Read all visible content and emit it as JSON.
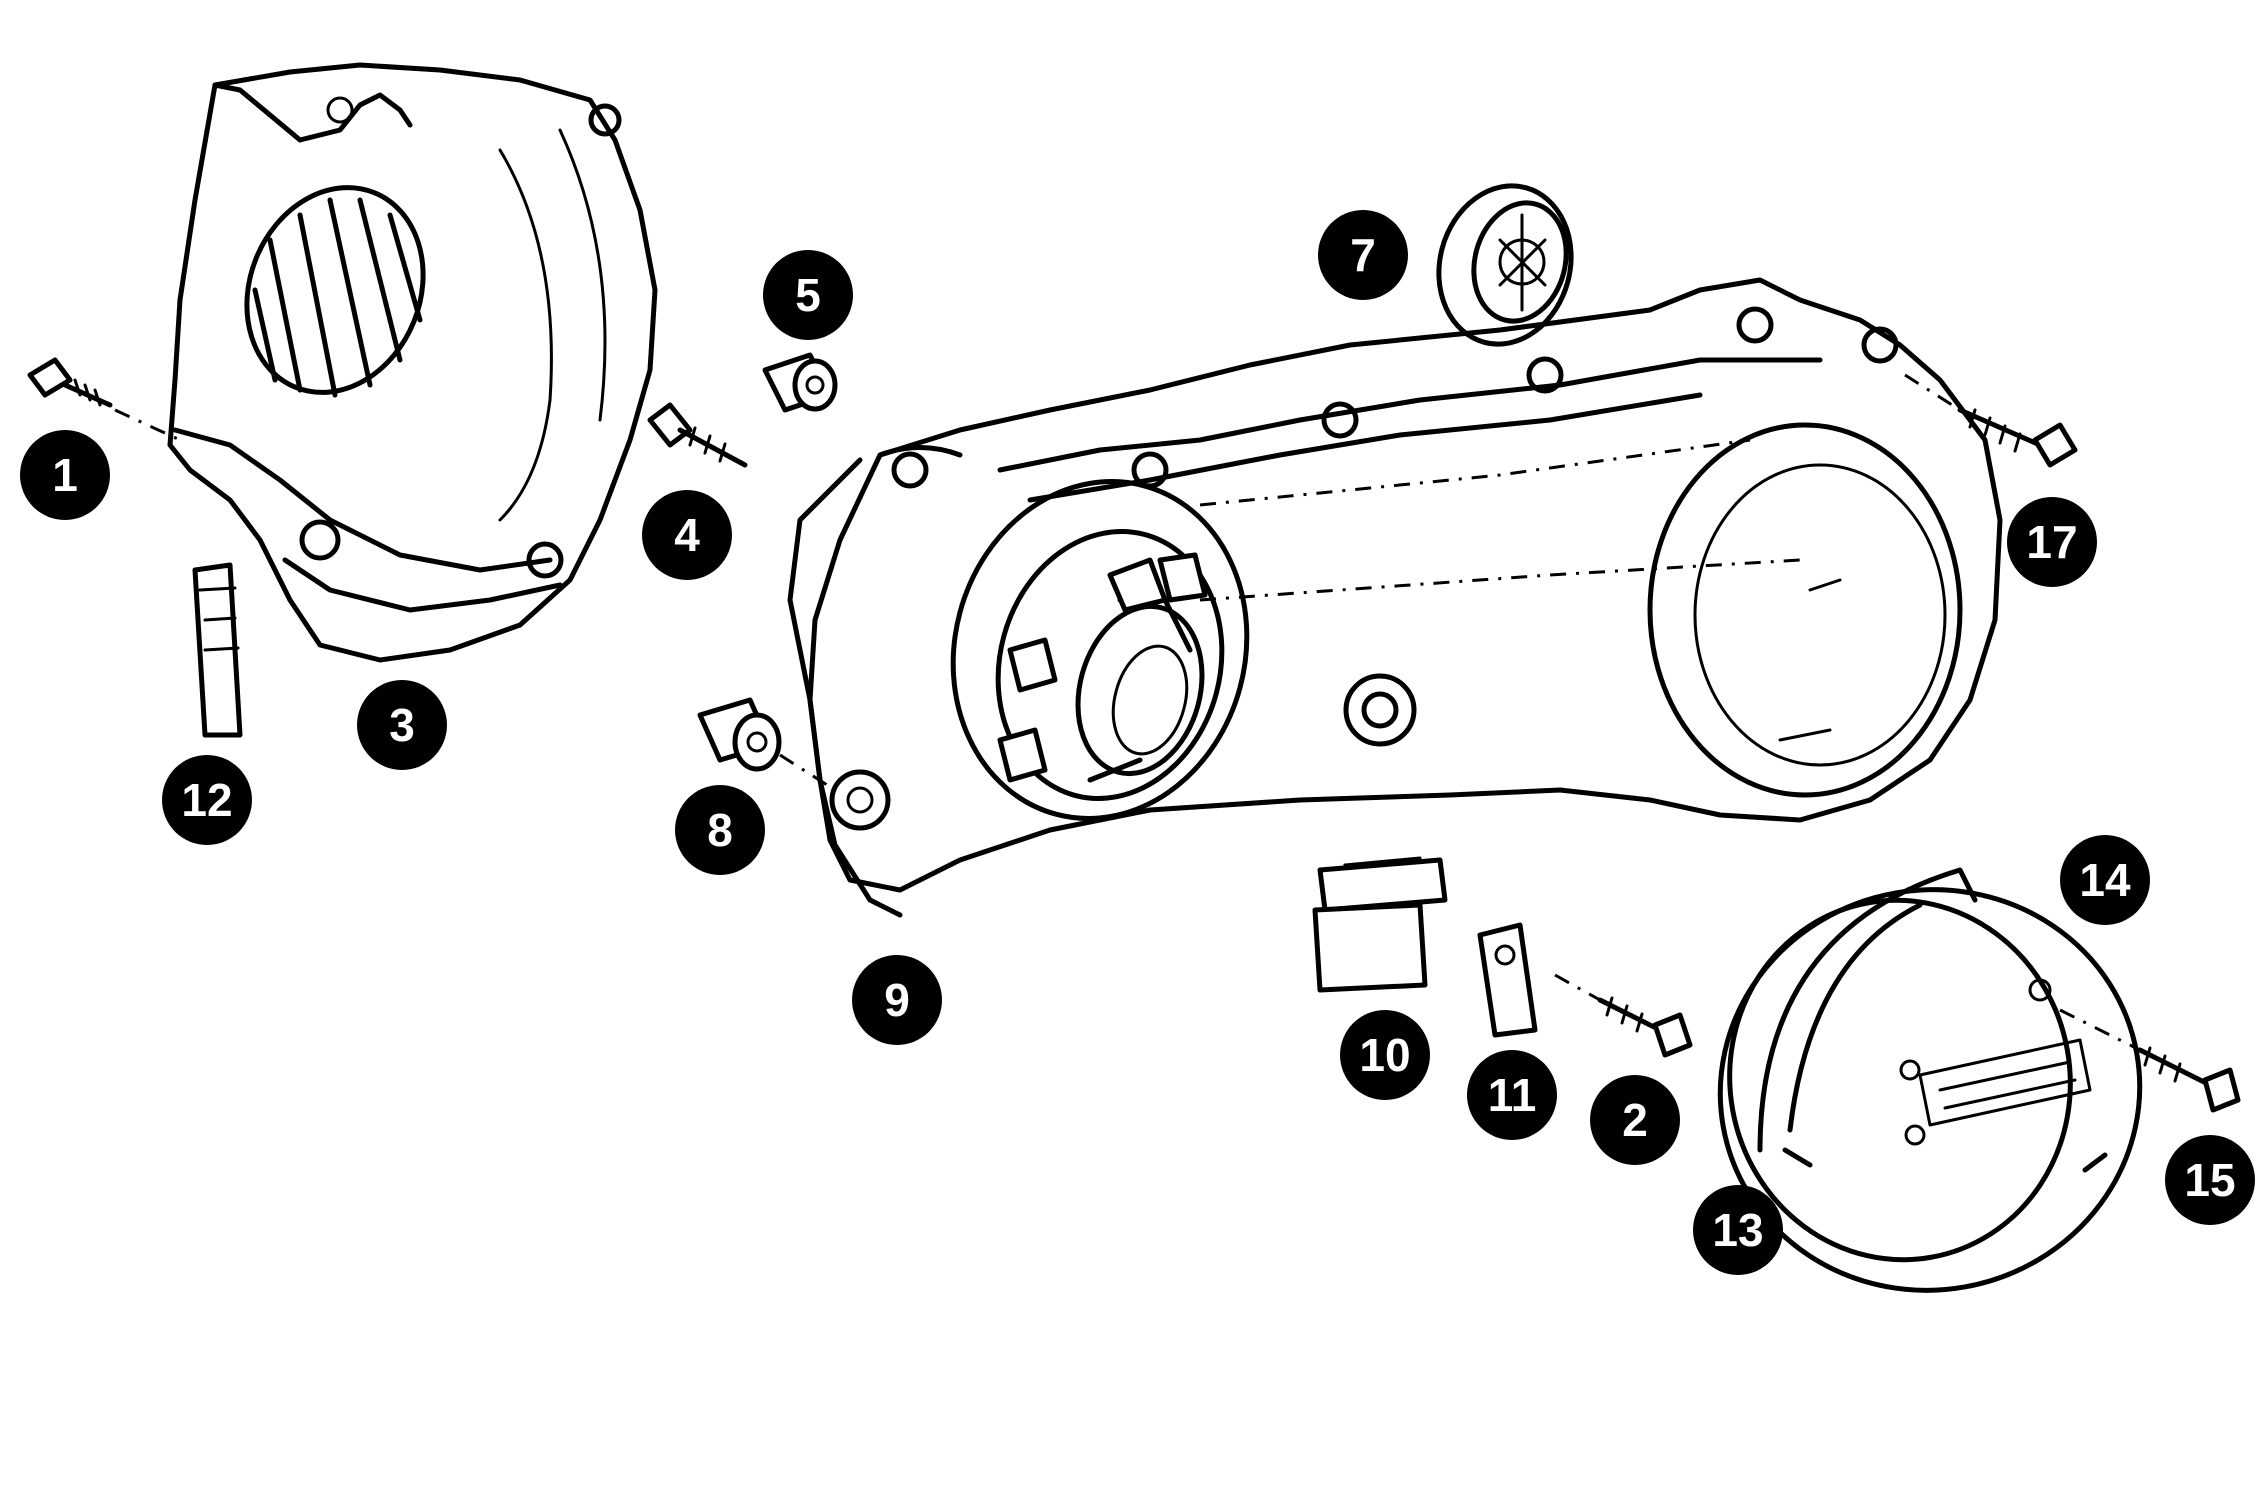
{
  "diagram": {
    "type": "exploded-parts-diagram",
    "callouts": [
      {
        "id": "c1",
        "label": "1"
      },
      {
        "id": "c2",
        "label": "2"
      },
      {
        "id": "c3",
        "label": "3"
      },
      {
        "id": "c4",
        "label": "4"
      },
      {
        "id": "c5",
        "label": "5"
      },
      {
        "id": "c7",
        "label": "7"
      },
      {
        "id": "c8",
        "label": "8"
      },
      {
        "id": "c9",
        "label": "9"
      },
      {
        "id": "c10",
        "label": "10"
      },
      {
        "id": "c11",
        "label": "11"
      },
      {
        "id": "c12",
        "label": "12"
      },
      {
        "id": "c13",
        "label": "13"
      },
      {
        "id": "c14",
        "label": "14"
      },
      {
        "id": "c15",
        "label": "15"
      },
      {
        "id": "c17",
        "label": "17"
      }
    ],
    "colors": {
      "ink": "#000000",
      "background": "#ffffff",
      "callout_text": "#ffffff"
    }
  }
}
